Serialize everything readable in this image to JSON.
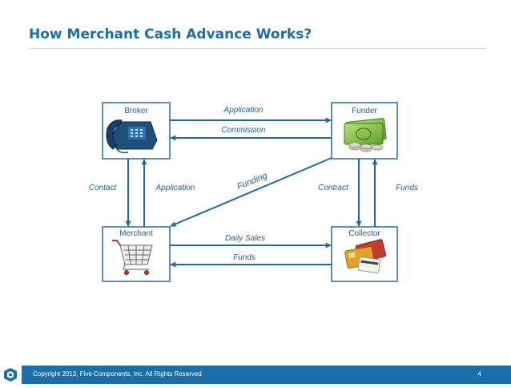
{
  "slide": {
    "title": "How Merchant Cash Advance Works?",
    "footer_text": "Copyright 2013. Five Components, Inc. All Rights Reserved",
    "page_number": "4"
  },
  "colors": {
    "title": "#1a6fa8",
    "arrow": "#1f6aa0",
    "box_border": "#2b6aa0",
    "box_label": "#2a5a86",
    "edge_label": "#1f5f94",
    "footer": "#1a6fa8"
  },
  "nodes": {
    "broker": {
      "label": "Broker",
      "icon": "telephone-icon"
    },
    "funder": {
      "label": "Funder",
      "icon": "money-icon"
    },
    "merchant": {
      "label": "Merchant",
      "icon": "shopping-cart-icon"
    },
    "collector": {
      "label": "Collector",
      "icon": "credit-cards-icon"
    }
  },
  "edges": {
    "application_top": "Application",
    "commission": "Commission",
    "contact": "Contact",
    "application_left": "Application",
    "funding": "Funding",
    "contract": "Contract",
    "funds_right": "Funds",
    "daily_sales": "Daily Sales",
    "funds_bottom": "Funds"
  }
}
